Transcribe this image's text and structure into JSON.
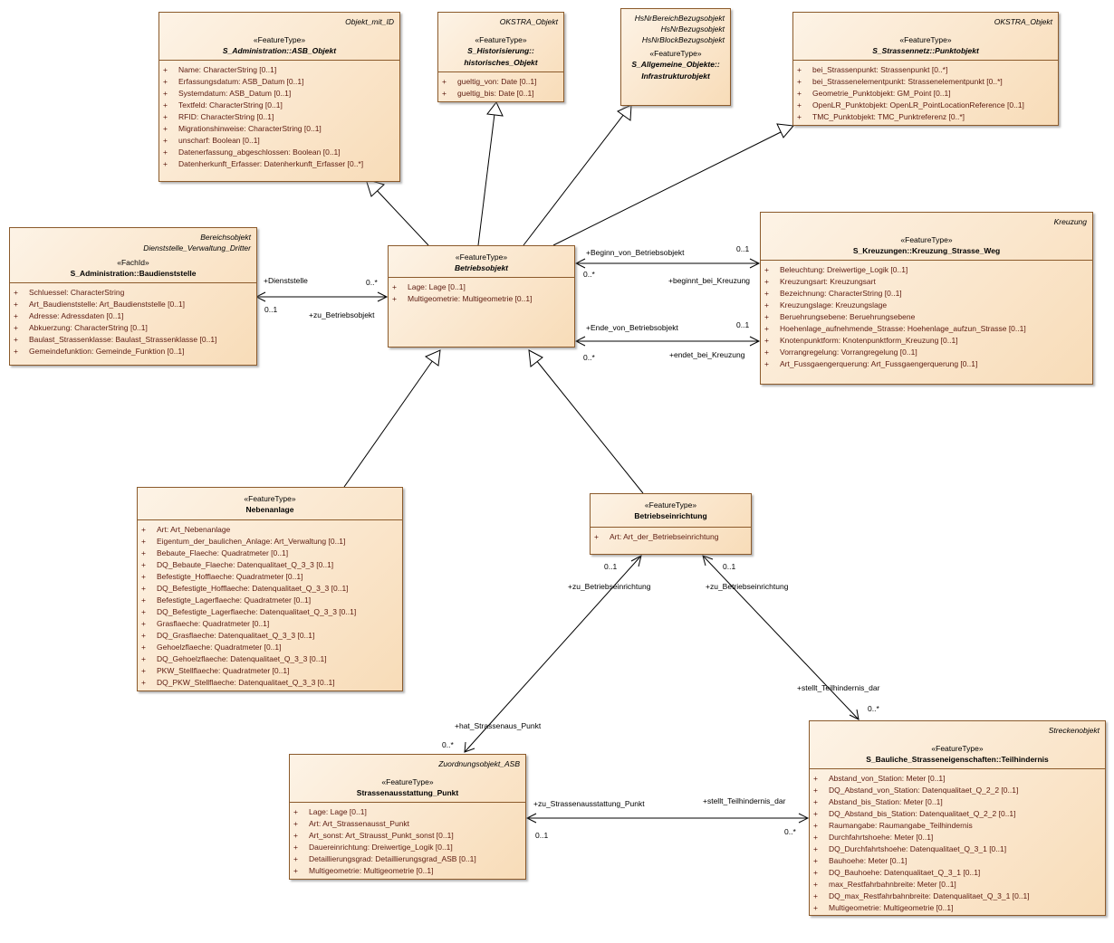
{
  "classes": {
    "asb_objekt": {
      "parents": [
        "Objekt_mit_ID"
      ],
      "stereotype": "«FeatureType»",
      "name": "S_Administration::ASB_Objekt",
      "attributes": [
        {
          "vis": "+",
          "text": "Name: CharacterString [0..1]"
        },
        {
          "vis": "+",
          "text": "Erfassungsdatum: ASB_Datum [0..1]"
        },
        {
          "vis": "+",
          "text": "Systemdatum: ASB_Datum [0..1]"
        },
        {
          "vis": "+",
          "text": "Textfeld: CharacterString [0..1]"
        },
        {
          "vis": "+",
          "text": "RFID: CharacterString [0..1]"
        },
        {
          "vis": "+",
          "text": "Migrationshinweise: CharacterString [0..1]"
        },
        {
          "vis": "+",
          "text": "unscharf: Boolean [0..1]"
        },
        {
          "vis": "+",
          "text": "Datenerfassung_abgeschlossen: Boolean [0..1]"
        },
        {
          "vis": "+",
          "text": "Datenherkunft_Erfasser: Datenherkunft_Erfasser [0..*]"
        }
      ]
    },
    "historisches_objekt": {
      "parents": [
        "OKSTRA_Objekt"
      ],
      "stereotype": "«FeatureType»",
      "name": "S_Historisierung::",
      "name2": "historisches_Objekt",
      "attributes": [
        {
          "vis": "+",
          "text": "gueltig_von: Date [0..1]"
        },
        {
          "vis": "+",
          "text": "gueltig_bis: Date [0..1]"
        }
      ]
    },
    "infrastrukturobjekt": {
      "parents": [
        "HsNrBereichBezugsobjekt",
        "HsNrBezugsobjekt",
        "HsNrBlockBezugsobjekt"
      ],
      "stereotype": "«FeatureType»",
      "name": "S_Allgemeine_Objekte::",
      "name2": "Infrastrukturobjekt",
      "attributes": []
    },
    "punktobjekt": {
      "parents": [
        "OKSTRA_Objekt"
      ],
      "stereotype": "«FeatureType»",
      "name": "S_Strassennetz::Punktobjekt",
      "attributes": [
        {
          "vis": "+",
          "text": "bei_Strassenpunkt: Strassenpunkt [0..*]"
        },
        {
          "vis": "+",
          "text": "bei_Strassenelementpunkt: Strassenelementpunkt [0..*]"
        },
        {
          "vis": "+",
          "text": "Geometrie_Punktobjekt: GM_Point [0..1]"
        },
        {
          "vis": "+",
          "text": "OpenLR_Punktobjekt: OpenLR_PointLocationReference [0..1]"
        },
        {
          "vis": "+",
          "text": "TMC_Punktobjekt: TMC_Punktreferenz [0..*]"
        }
      ]
    },
    "baudienststelle": {
      "parents": [
        "Bereichsobjekt",
        "Dienststelle_Verwaltung_Dritter"
      ],
      "stereotype": "«FachId»",
      "name": "S_Administration::Baudienststelle",
      "attributes": [
        {
          "vis": "+",
          "text": "Schluessel: CharacterString"
        },
        {
          "vis": "+",
          "text": "Art_Baudienststelle: Art_Baudienststelle [0..1]"
        },
        {
          "vis": "+",
          "text": "Adresse: Adressdaten [0..1]"
        },
        {
          "vis": "+",
          "text": "Abkuerzung: CharacterString [0..1]"
        },
        {
          "vis": "+",
          "text": "Baulast_Strassenklasse: Baulast_Strassenklasse [0..1]"
        },
        {
          "vis": "+",
          "text": "Gemeindefunktion: Gemeinde_Funktion [0..1]"
        }
      ]
    },
    "betriebsobjekt": {
      "parents": [],
      "stereotype": "«FeatureType»",
      "name": "Betriebsobjekt",
      "attributes": [
        {
          "vis": "+",
          "text": "Lage: Lage [0..1]"
        },
        {
          "vis": "+",
          "text": "Multigeometrie: Multigeometrie [0..1]"
        }
      ]
    },
    "kreuzung": {
      "parents": [
        "Kreuzung"
      ],
      "stereotype": "«FeatureType»",
      "name": "S_Kreuzungen::Kreuzung_Strasse_Weg",
      "attributes": [
        {
          "vis": "+",
          "text": "Beleuchtung: Dreiwertige_Logik [0..1]"
        },
        {
          "vis": "+",
          "text": "Kreuzungsart: Kreuzungsart"
        },
        {
          "vis": "+",
          "text": "Bezeichnung: CharacterString [0..1]"
        },
        {
          "vis": "+",
          "text": "Kreuzungslage: Kreuzungslage"
        },
        {
          "vis": "+",
          "text": "Beruehrungsebene: Beruehrungsebene"
        },
        {
          "vis": "+",
          "text": "Hoehenlage_aufnehmende_Strasse: Hoehenlage_aufzun_Strasse [0..1]"
        },
        {
          "vis": "+",
          "text": "Knotenpunktform: Knotenpunktform_Kreuzung [0..1]"
        },
        {
          "vis": "+",
          "text": "Vorrangregelung: Vorrangregelung [0..1]"
        },
        {
          "vis": "+",
          "text": "Art_Fussgaengerquerung: Art_Fussgaengerquerung [0..1]"
        }
      ]
    },
    "nebenanlage": {
      "parents": [],
      "stereotype": "«FeatureType»",
      "name": "Nebenanlage",
      "attributes": [
        {
          "vis": "+",
          "text": "Art: Art_Nebenanlage"
        },
        {
          "vis": "+",
          "text": "Eigentum_der_baulichen_Anlage: Art_Verwaltung [0..1]"
        },
        {
          "vis": "+",
          "text": "Bebaute_Flaeche: Quadratmeter [0..1]"
        },
        {
          "vis": "+",
          "text": "DQ_Bebaute_Flaeche: Datenqualitaet_Q_3_3 [0..1]"
        },
        {
          "vis": "+",
          "text": "Befestigte_Hofflaeche: Quadratmeter [0..1]"
        },
        {
          "vis": "+",
          "text": "DQ_Befestigte_Hofflaeche: Datenqualitaet_Q_3_3 [0..1]"
        },
        {
          "vis": "+",
          "text": "Befestigte_Lagerflaeche: Quadratmeter [0..1]"
        },
        {
          "vis": "+",
          "text": "DQ_Befestigte_Lagerflaeche: Datenqualitaet_Q_3_3 [0..1]"
        },
        {
          "vis": "+",
          "text": "Grasflaeche: Quadratmeter [0..1]"
        },
        {
          "vis": "+",
          "text": "DQ_Grasflaeche: Datenqualitaet_Q_3_3 [0..1]"
        },
        {
          "vis": "+",
          "text": "Gehoelzflaeche: Quadratmeter [0..1]"
        },
        {
          "vis": "+",
          "text": "DQ_Gehoelzflaeche: Datenqualitaet_Q_3_3 [0..1]"
        },
        {
          "vis": "+",
          "text": "PKW_Stellflaeche: Quadratmeter [0..1]"
        },
        {
          "vis": "+",
          "text": "DQ_PKW_Stellflaeche: Datenqualitaet_Q_3_3 [0..1]"
        }
      ]
    },
    "betriebseinrichtung": {
      "parents": [],
      "stereotype": "«FeatureType»",
      "name": "Betriebseinrichtung",
      "attributes": [
        {
          "vis": "+",
          "text": "Art: Art_der_Betriebseinrichtung"
        }
      ]
    },
    "strassenausstattung": {
      "parents": [
        "Zuordnungsobjekt_ASB"
      ],
      "stereotype": "«FeatureType»",
      "name": "Strassenausstattung_Punkt",
      "attributes": [
        {
          "vis": "+",
          "text": "Lage: Lage [0..1]"
        },
        {
          "vis": "+",
          "text": "Art: Art_Strassenausst_Punkt"
        },
        {
          "vis": "+",
          "text": "Art_sonst: Art_Strausst_Punkt_sonst [0..1]"
        },
        {
          "vis": "+",
          "text": "Dauereinrichtung: Dreiwertige_Logik [0..1]"
        },
        {
          "vis": "+",
          "text": "Detaillierungsgrad: Detaillierungsgrad_ASB [0..1]"
        },
        {
          "vis": "+",
          "text": "Multigeometrie: Multigeometrie [0..1]"
        }
      ]
    },
    "teilhindernis": {
      "parents": [
        "Streckenobjekt"
      ],
      "stereotype": "«FeatureType»",
      "name": "S_Bauliche_Strasseneigenschaften::Teilhindernis",
      "attributes": [
        {
          "vis": "+",
          "text": "Abstand_von_Station: Meter [0..1]"
        },
        {
          "vis": "+",
          "text": "DQ_Abstand_von_Station: Datenqualitaet_Q_2_2 [0..1]"
        },
        {
          "vis": "+",
          "text": "Abstand_bis_Station: Meter [0..1]"
        },
        {
          "vis": "+",
          "text": "DQ_Abstand_bis_Station: Datenqualitaet_Q_2_2 [0..1]"
        },
        {
          "vis": "+",
          "text": "Raumangabe: Raumangabe_Teilhindernis"
        },
        {
          "vis": "+",
          "text": "Durchfahrtshoehe: Meter [0..1]"
        },
        {
          "vis": "+",
          "text": "DQ_Durchfahrtshoehe: Datenqualitaet_Q_3_1 [0..1]"
        },
        {
          "vis": "+",
          "text": "Bauhoehe: Meter [0..1]"
        },
        {
          "vis": "+",
          "text": "DQ_Bauhoehe: Datenqualitaet_Q_3_1 [0..1]"
        },
        {
          "vis": "+",
          "text": "max_Restfahrbahnbreite: Meter [0..1]"
        },
        {
          "vis": "+",
          "text": "DQ_max_Restfahrbahnbreite: Datenqualitaet_Q_3_1 [0..1]"
        },
        {
          "vis": "+",
          "text": "Multigeometrie: Multigeometrie [0..1]"
        }
      ]
    }
  },
  "associations": {
    "dienststelle": {
      "role_a": "+Dienststelle",
      "mult_a": "0..*",
      "mult_b": "0..1",
      "role_b": "+zu_Betriebsobjekt"
    },
    "beginn": {
      "role_a": "+Beginn_von_Betriebsobjekt",
      "mult_a": "0..1",
      "mult_b": "0..*",
      "role_b": "+beginnt_bei_Kreuzung"
    },
    "ende": {
      "role_a": "+Ende_von_Betriebsobjekt",
      "mult_a": "0..1",
      "mult_b": "0..*",
      "role_b": "+endet_bei_Kreuzung"
    },
    "zu_betriebseinrichtung_1": {
      "mult": "0..1",
      "role": "+zu_Betriebseinrichtung"
    },
    "zu_betriebseinrichtung_2": {
      "mult": "0..1",
      "role": "+zu_Betriebseinrichtung"
    },
    "hat_strassenaus": {
      "role": "+hat_Strassenaus_Punkt",
      "mult": "0..*"
    },
    "stellt_1": {
      "role": "+stellt_Teilhindernis_dar",
      "mult": "0..*"
    },
    "strassenausstattung_teilhindernis": {
      "role_a": "+zu_Strassenausstattung_Punkt",
      "mult_a": "0..1",
      "role_b": "+stellt_Teilhindernis_dar",
      "mult_b": "0..*"
    }
  }
}
